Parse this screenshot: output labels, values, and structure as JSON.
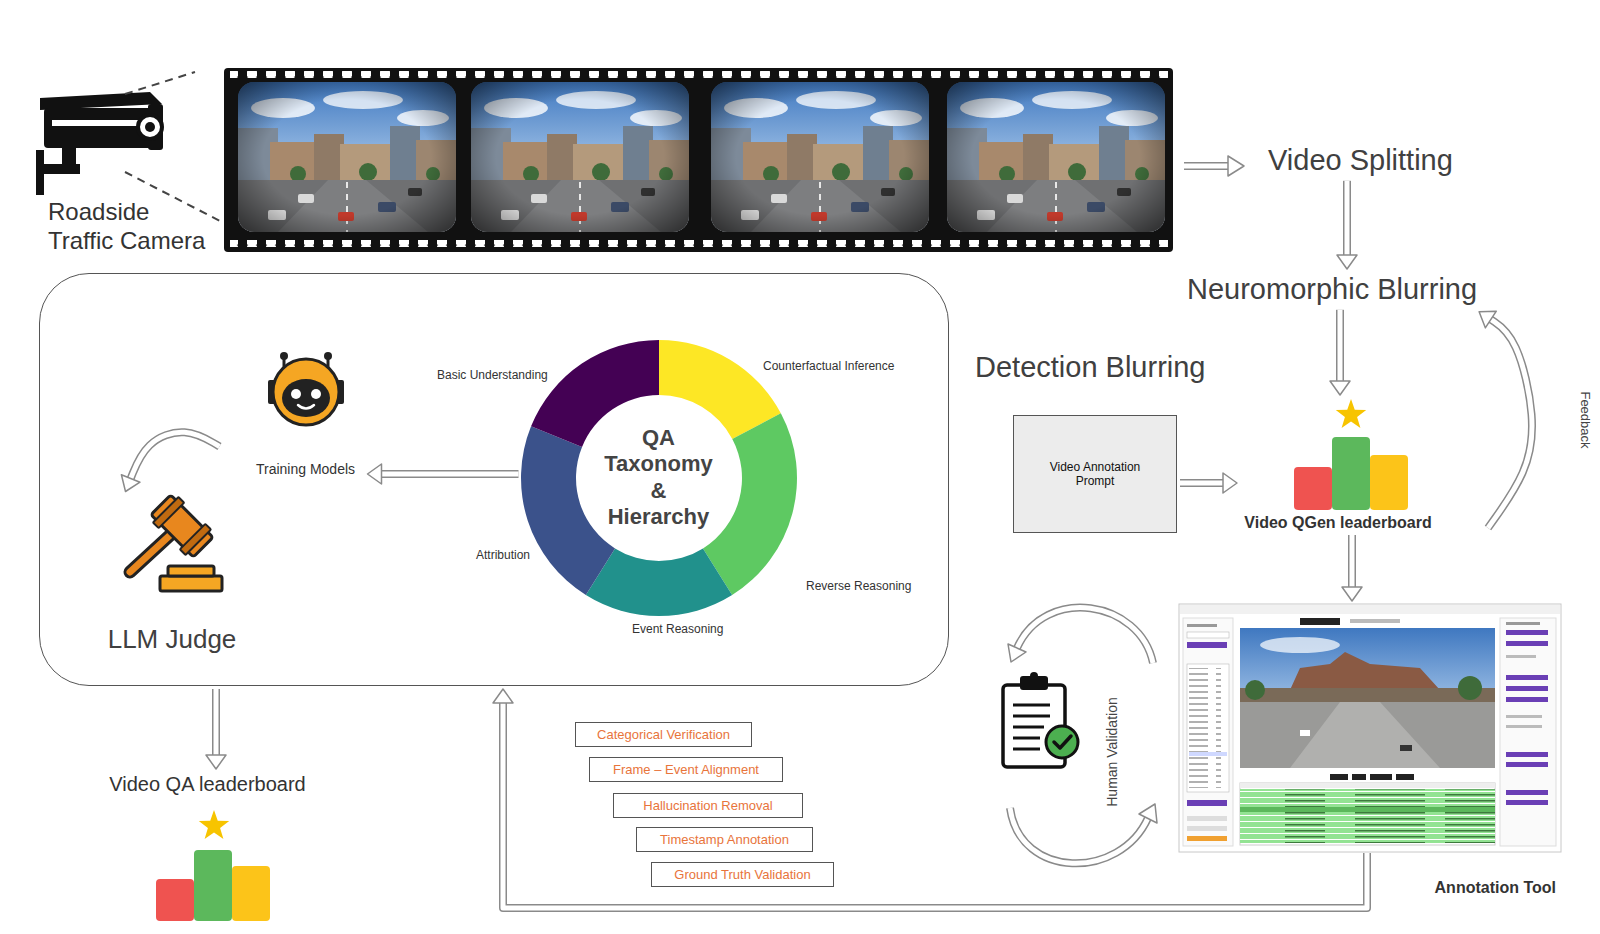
{
  "diagram": {
    "nodes": [
      {
        "text": [
          "Video Splitting"
        ]
      },
      {
        "text": [
          "Neuromorphic Blurring"
        ]
      },
      {
        "text": [
          "Video Annotation Prompt"
        ]
      },
      {
        "text": [
          "Video QGen leaderboard"
        ]
      },
      {
        "text": []
      },
      {
        "text": [
          "Training Models"
        ],
        "in": 4
      },
      {
        "text": [
          "QA Taxonomy & Hierarchy"
        ],
        "in": 4
      },
      {
        "text": [
          "LLM Judge"
        ],
        "in": 4
      },
      {
        "text": [
          "Annotation Tool"
        ]
      },
      {
        "text": [
          "Video QA leaderboard"
        ]
      },
      {
        "text": [
          "Categorical Verification"
        ]
      },
      {
        "text": [
          "Frame – Event Alignment"
        ]
      },
      {
        "text": [
          "Hallucination Removal"
        ]
      },
      {
        "text": [
          "Timestamp Annotation"
        ]
      },
      {
        "text": [
          "Ground Truth Validation"
        ]
      }
    ],
    "edges": [
      {
        "from": 0,
        "to": 1,
        "arrow": "to"
      },
      {
        "from": 1,
        "to": 3,
        "arrow": "to"
      },
      {
        "from": 2,
        "to": 3,
        "arrow": "to"
      },
      {
        "from": 3,
        "to": 1,
        "label": "Feedback",
        "arrow": "to"
      },
      {
        "from": 3,
        "to": 8,
        "arrow": "to"
      },
      {
        "from": 8,
        "to": 4,
        "arrow": "to"
      },
      {
        "from": 6,
        "to": 5,
        "arrow": "to"
      },
      {
        "from": 5,
        "to": 7,
        "arrow": "to"
      },
      {
        "from": 4,
        "to": 9,
        "arrow": "to"
      }
    ],
    "labels": [
      "Roadside Traffic Camera",
      "Detection Blurring",
      "Basic Understanding",
      "Counterfactual Inference",
      "Attribution",
      "Reverse Reasoning",
      "Event Reasoning",
      "Human Validation"
    ]
  }
}
